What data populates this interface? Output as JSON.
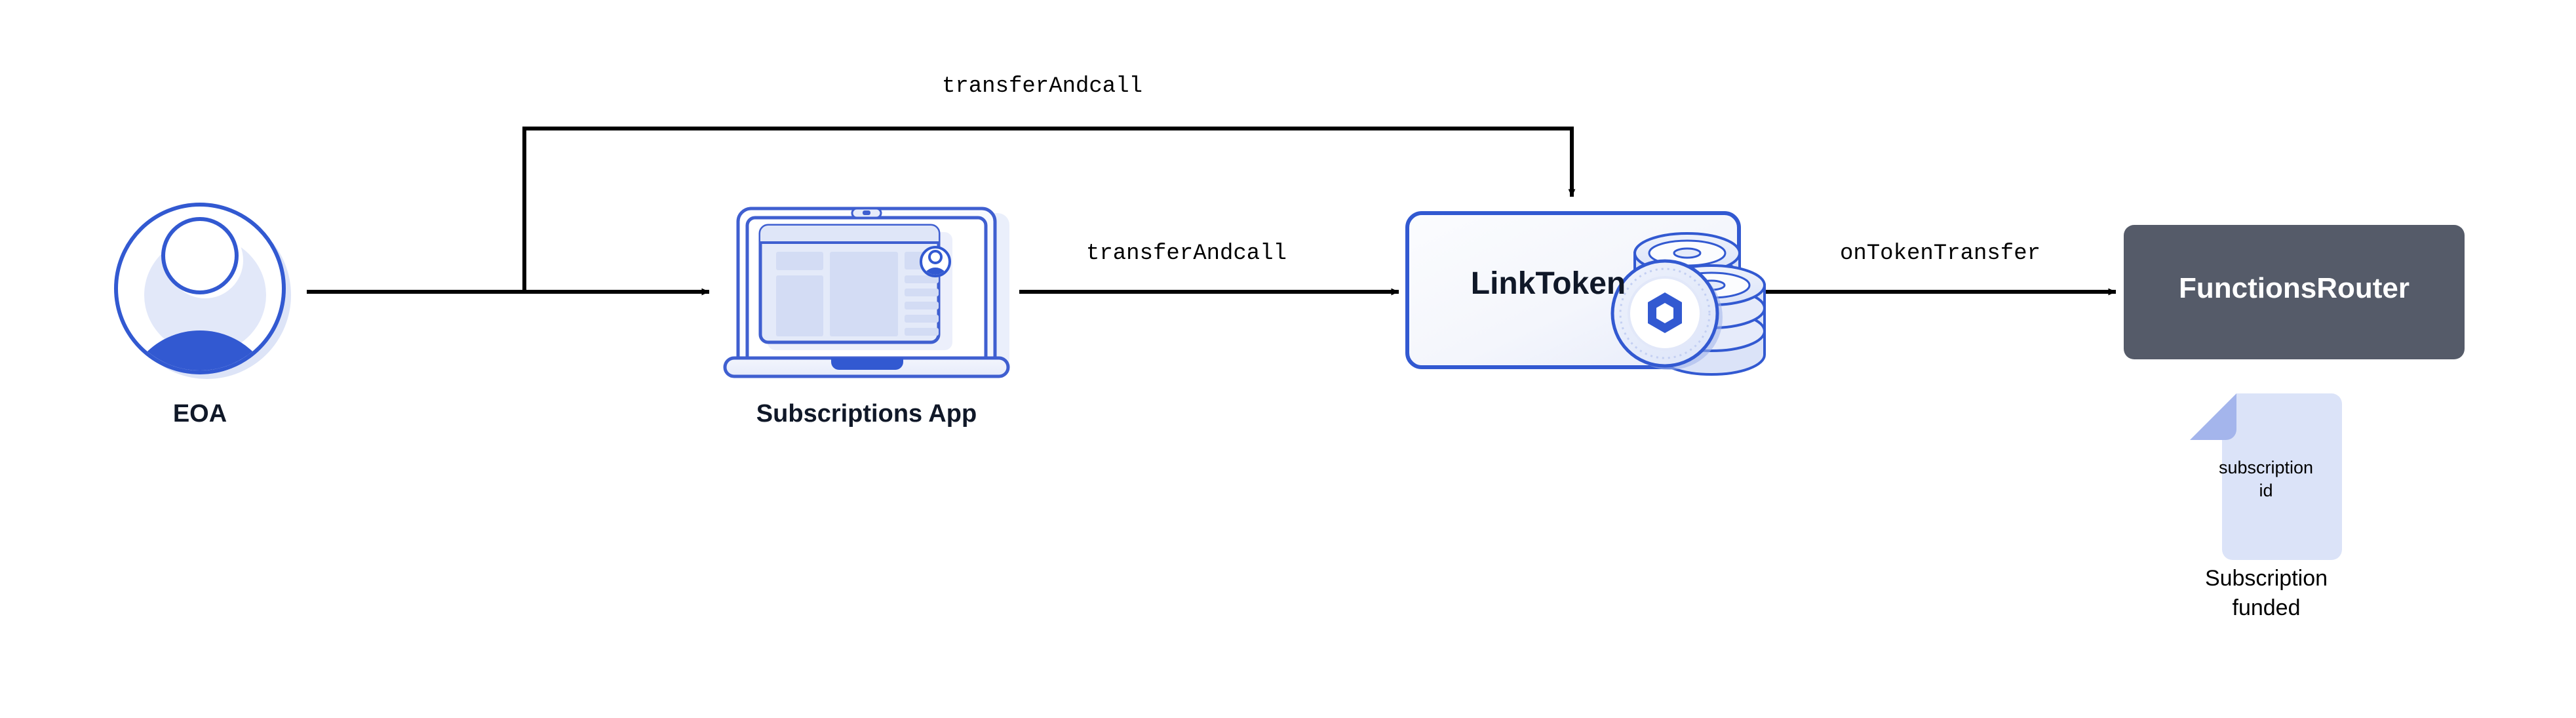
{
  "diagram": {
    "title": "Chainlink Functions subscription funding flow",
    "background": "#ffffff",
    "nodes": [
      {
        "id": "eoa",
        "kind": "avatar-icon",
        "label": "EOA",
        "label_color": "#101828",
        "accent": "#3259d1",
        "shadow": "#dde4f7"
      },
      {
        "id": "subscriptions-app",
        "kind": "laptop-icon",
        "label": "Subscriptions App",
        "label_color": "#101828",
        "accent": "#3f5fd0",
        "screen_fill": "#e4eaf9"
      },
      {
        "id": "linktoken",
        "kind": "rounded-box",
        "label": "LinkToken",
        "label_color": "#101828",
        "border_color": "#3259d1",
        "fill_from": "#fafbfe",
        "fill_to": "#e7ebf9",
        "icon": "link-coin-stack-icon"
      },
      {
        "id": "functionsrouter",
        "kind": "rounded-box",
        "label": "FunctionsRouter",
        "label_color": "#ffffff",
        "fill": "#555b69"
      }
    ],
    "edges": [
      {
        "id": "eoa-to-app",
        "label": "",
        "from": "eoa",
        "to": "subscriptions-app"
      },
      {
        "id": "eoa-to-linktoken-top",
        "label": "transferAndcall",
        "from": "eoa",
        "to": "linktoken"
      },
      {
        "id": "app-to-linktoken",
        "label": "transferAndcall",
        "from": "subscriptions-app",
        "to": "linktoken"
      },
      {
        "id": "linktoken-to-router",
        "label": "onTokenTransfer",
        "from": "linktoken",
        "to": "functionsrouter"
      }
    ],
    "artifact": {
      "id": "subscription-id-doc",
      "kind": "document-icon",
      "doc_line1": "subscription",
      "doc_line2": "id",
      "caption_line1": "Subscription",
      "caption_line2": "funded",
      "fill": "#dbe3f8",
      "fold_fill": "#a4b5ec",
      "text_color": "#000000"
    },
    "stroke_color": "#000000"
  }
}
